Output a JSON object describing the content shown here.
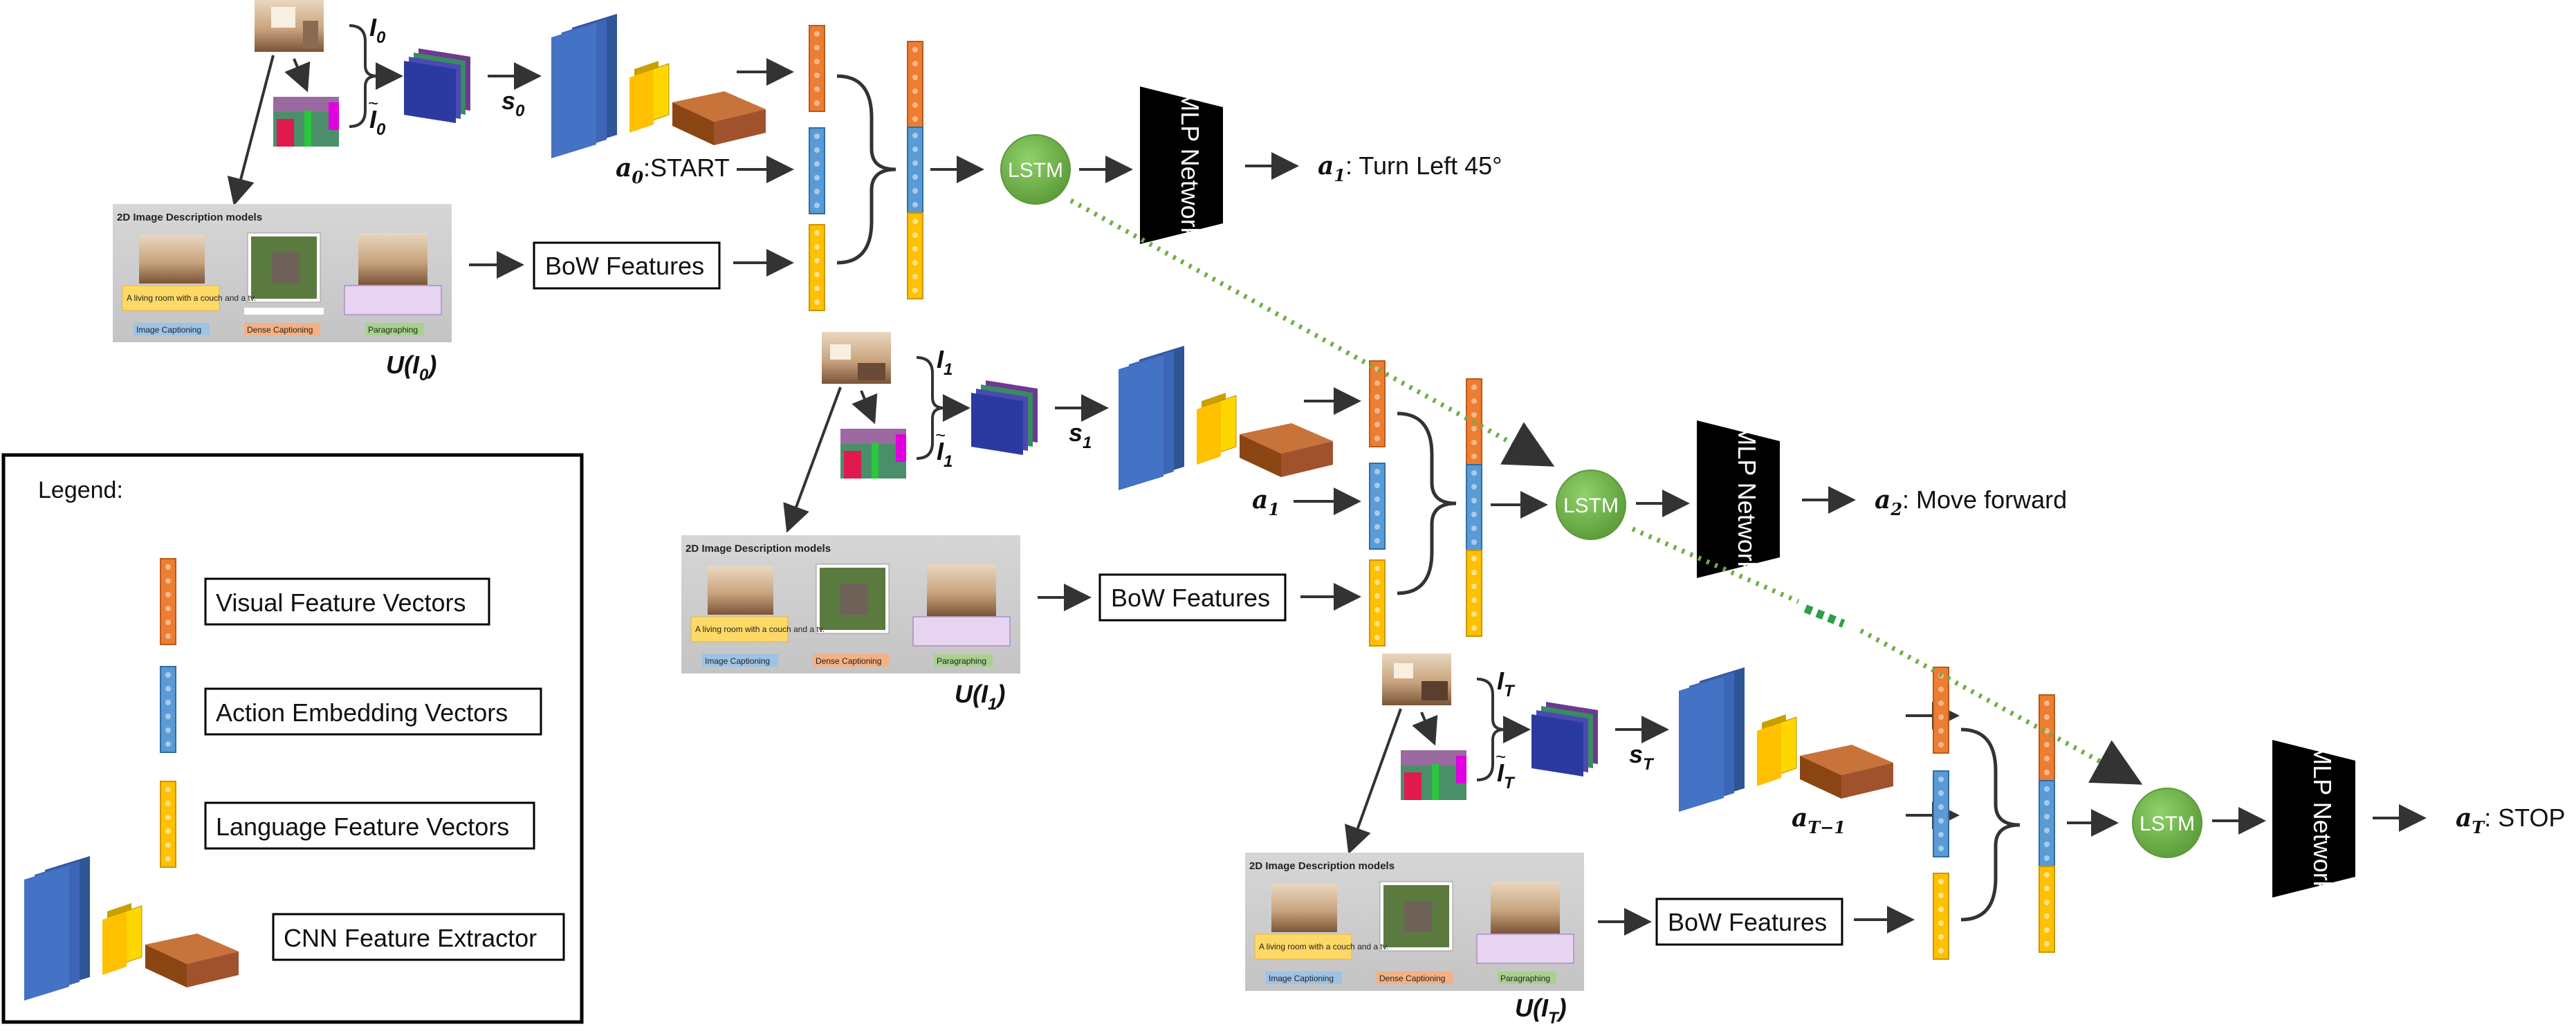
{
  "colors": {
    "visual": "#ED7D31",
    "action": "#5B9BD5",
    "language": "#FFC000",
    "lstm": "#70AD47",
    "mlp": "#000000",
    "cnn_blue": "#4472C4",
    "cnn_yellow": "#FFD700",
    "cnn_brown": "#A0522D",
    "dotted": "#70AD47"
  },
  "icons": [
    "scene-photo",
    "depth-map",
    "feature-stack",
    "cnn-feature-extractor",
    "lstm-node",
    "mlp-network-block"
  ],
  "steps": [
    {
      "image_label": "I",
      "image_sub": "0",
      "depth_sub": "0",
      "state_label": "s",
      "state_sub": "0",
      "action_in": "a",
      "action_in_sub": "0",
      "action_in_suffix": ":START",
      "u_label": "U(I",
      "u_sub": "0",
      "u_close": ")",
      "bow": "BoW Features",
      "lstm": "LSTM",
      "mlp": "MLP Network",
      "action_out": "a",
      "action_out_sub": "1",
      "action_out_text": ": Turn Left 45°"
    },
    {
      "image_label": "I",
      "image_sub": "1",
      "depth_sub": "1",
      "state_label": "s",
      "state_sub": "1",
      "action_in": "a",
      "action_in_sub": "1",
      "action_in_suffix": "",
      "u_label": "U(I",
      "u_sub": "1",
      "u_close": ")",
      "bow": "BoW Features",
      "lstm": "LSTM",
      "mlp": "MLP Network",
      "action_out": "a",
      "action_out_sub": "2",
      "action_out_text": ": Move forward"
    },
    {
      "image_label": "I",
      "image_sub": "T",
      "depth_sub": "T",
      "state_label": "s",
      "state_sub": "T",
      "action_in": "a",
      "action_in_sub": "T−1",
      "action_in_suffix": "",
      "u_label": "U(I",
      "u_sub": "T",
      "u_close": ")",
      "bow": "BoW Features",
      "lstm": "LSTM",
      "mlp": "MLP Network",
      "action_out": "a",
      "action_out_sub": "T",
      "action_out_text": ": STOP"
    }
  ],
  "desc_panel": {
    "title": "2D Image Description models",
    "caption_text": "A living room with a couch and a tv.",
    "tags": [
      "Image Captioning",
      "Dense Captioning",
      "Paragraphing"
    ]
  },
  "legend": {
    "title": "Legend:",
    "items": [
      "Visual Feature Vectors",
      "Action Embedding Vectors",
      "Language Feature Vectors",
      "CNN Feature Extractor"
    ]
  }
}
